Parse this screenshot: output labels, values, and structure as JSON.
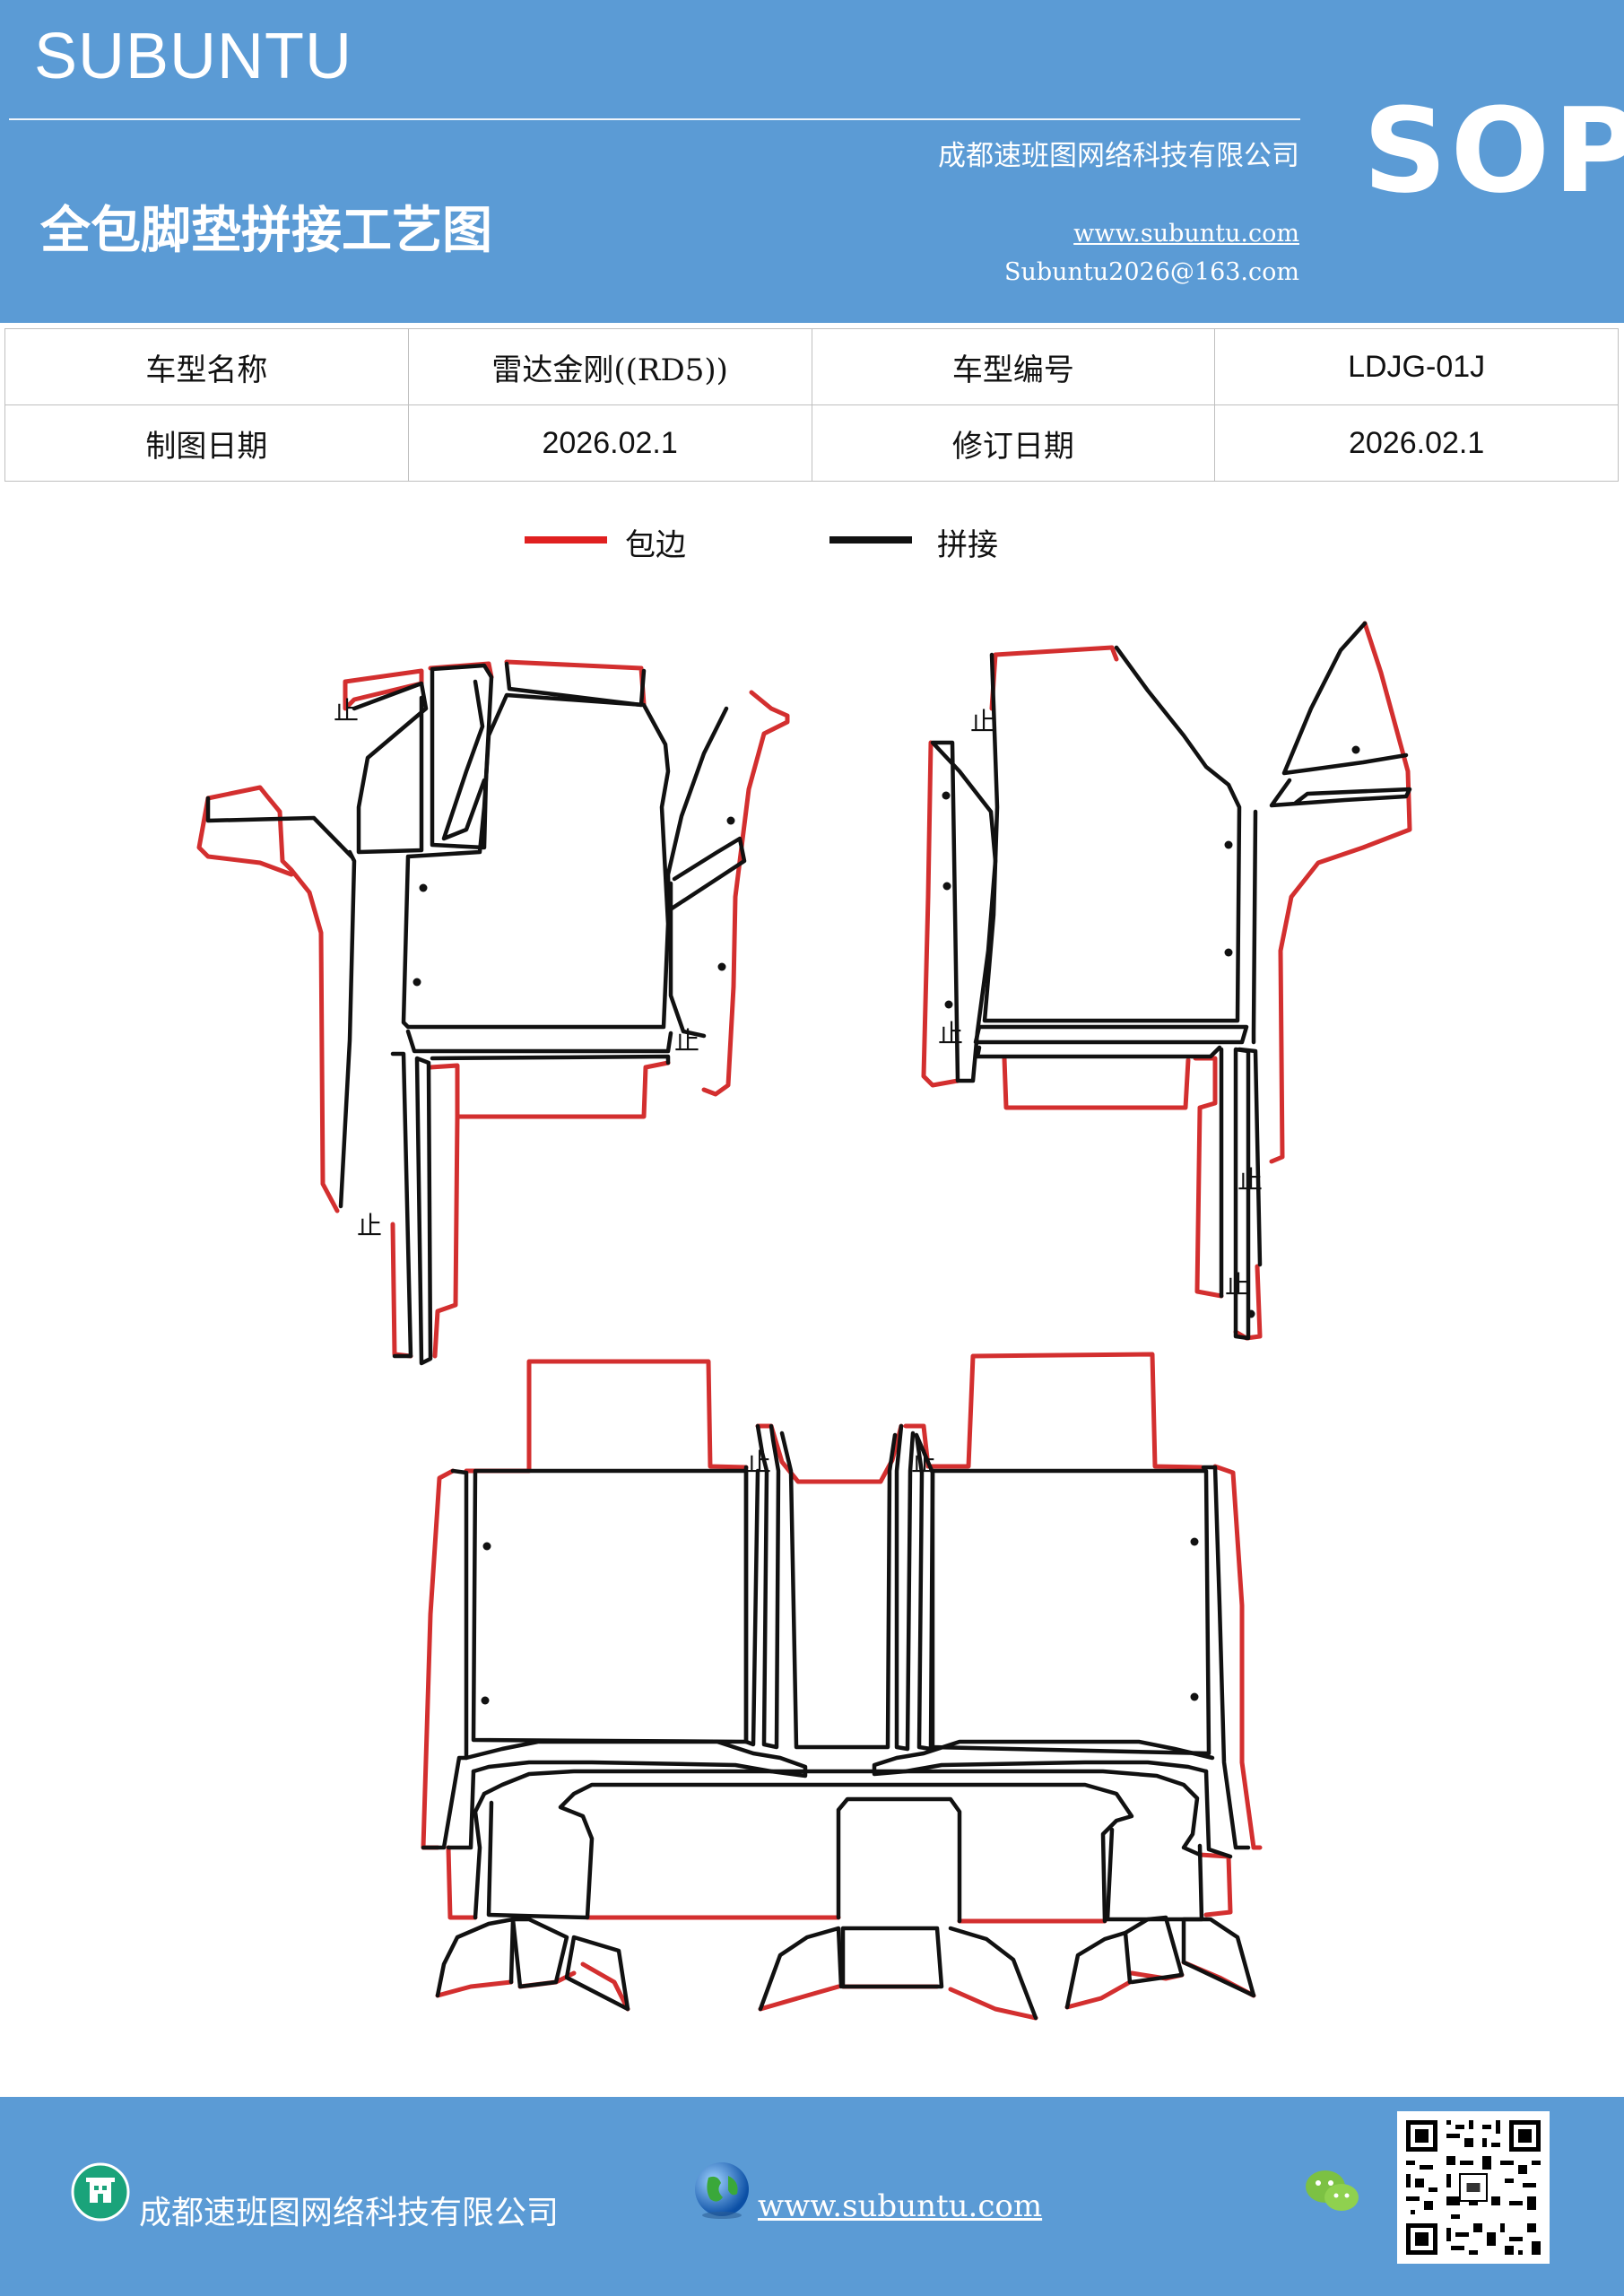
{
  "header": {
    "brand": "SUBUNTU",
    "badge": "SOP",
    "company": "成都速班图网络科技有限公司",
    "title": "全包脚垫拼接工艺图",
    "website": "www.subuntu.com",
    "email": "Subuntu2026@163.com"
  },
  "info_table": {
    "row1": [
      "车型名称",
      "雷达金刚((RD5))",
      "车型编号",
      "LDJG-01J"
    ],
    "row2": [
      "制图日期",
      "2026.02.1",
      "修订日期",
      "2026.02.1"
    ]
  },
  "legend": {
    "items": [
      {
        "label": "包边",
        "color": "#e02020"
      },
      {
        "label": "拼接",
        "color": "#111111"
      }
    ]
  },
  "diagram": {
    "stop_mark": "止",
    "wrap_color": "#d32f2f",
    "seam_color": "#111111"
  },
  "footer": {
    "company": "成都速班图网络科技有限公司",
    "website": "www.subuntu.com",
    "icons": [
      "building-icon",
      "globe-icon",
      "wechat-icon",
      "qr-code"
    ]
  }
}
